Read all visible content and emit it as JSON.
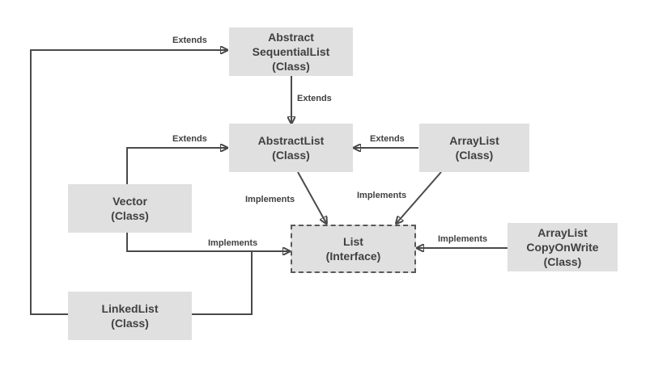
{
  "nodes": {
    "abstract_sequential_list": {
      "line1": "Abstract",
      "line2": "SequentialList",
      "line3": "(Class)"
    },
    "abstract_list": {
      "line1": "AbstractList",
      "line2": "(Class)"
    },
    "array_list": {
      "line1": "ArrayList",
      "line2": "(Class)"
    },
    "vector": {
      "line1": "Vector",
      "line2": "(Class)"
    },
    "list": {
      "line1": "List",
      "line2": "(Interface)"
    },
    "array_list_copy_on_write": {
      "line1": "ArrayList",
      "line2": "CopyOnWrite",
      "line3": "(Class)"
    },
    "linked_list": {
      "line1": "LinkedList",
      "line2": "(Class)"
    }
  },
  "edge_labels": {
    "linkedlist_extends_abstractsequential": "Extends",
    "abstractsequential_extends_abstractlist": "Extends",
    "vector_extends_abstractlist": "Extends",
    "arraylist_extends_abstractlist": "Extends",
    "abstractlist_implements_list": "Implements",
    "arraylist_implements_list": "Implements",
    "vector_linkedlist_implements_list": "Implements",
    "copyonwrite_implements_list": "Implements"
  }
}
